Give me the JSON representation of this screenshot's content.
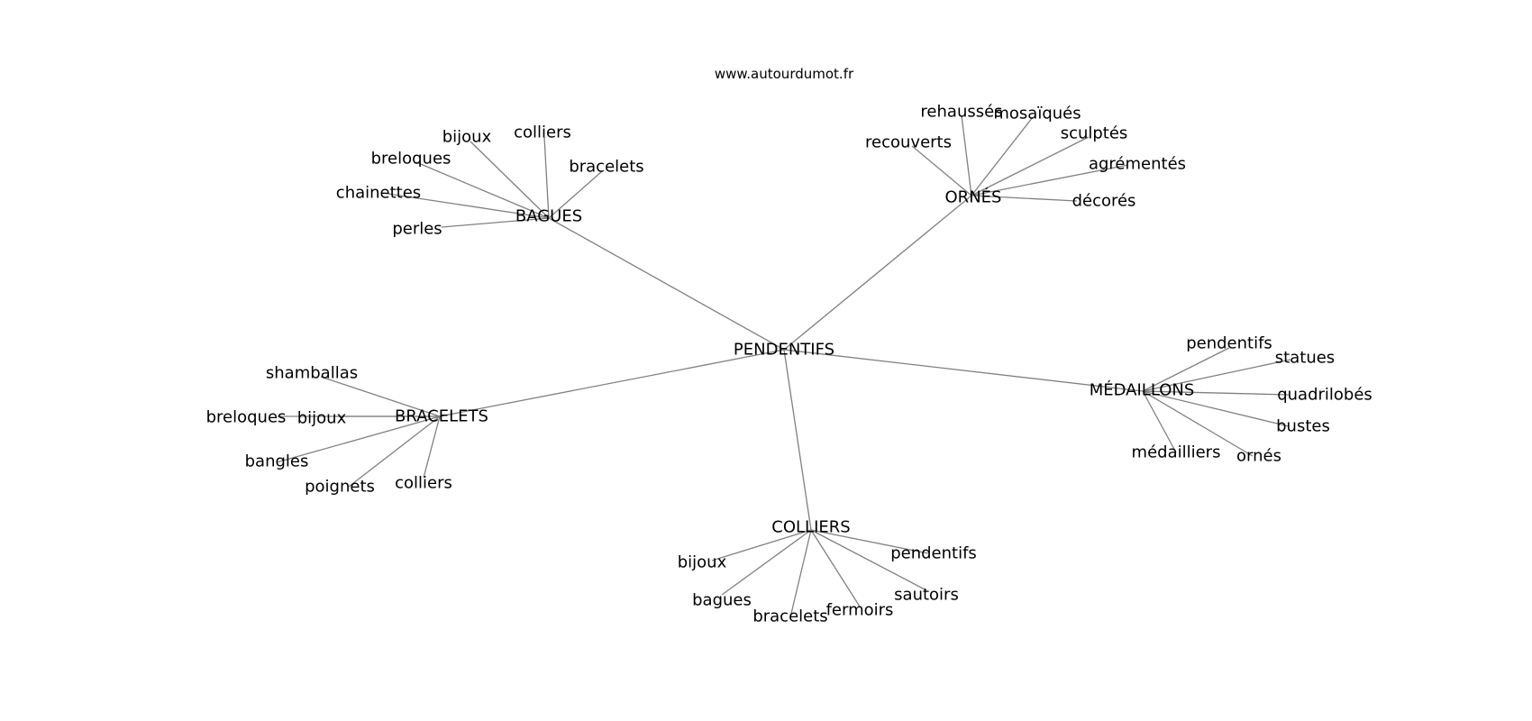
{
  "site": "www.autourdumot.fr",
  "root": "PENDENTIFS",
  "hubs": [
    {
      "label": "BAGUES",
      "leaves": [
        "bijoux",
        "colliers",
        "bracelets",
        "breloques",
        "chainettes",
        "perles"
      ]
    },
    {
      "label": "ORNÉS",
      "leaves": [
        "rehaussés",
        "mosaïqués",
        "sculptés",
        "recouverts",
        "agrémentés",
        "décorés"
      ]
    },
    {
      "label": "BRACELETS",
      "leaves": [
        "shamballas",
        "breloques",
        "bijoux",
        "bangles",
        "poignets",
        "colliers"
      ]
    },
    {
      "label": "MÉDAILLONS",
      "leaves": [
        "pendentifs",
        "statues",
        "quadrilobés",
        "bustes",
        "médailliers",
        "ornés"
      ]
    },
    {
      "label": "COLLIERS",
      "leaves": [
        "bijoux",
        "pendentifs",
        "bagues",
        "sautoirs",
        "bracelets",
        "fermoirs"
      ]
    }
  ],
  "colors": {
    "edge": "#808080",
    "text": "#000000",
    "background": "#ffffff"
  }
}
